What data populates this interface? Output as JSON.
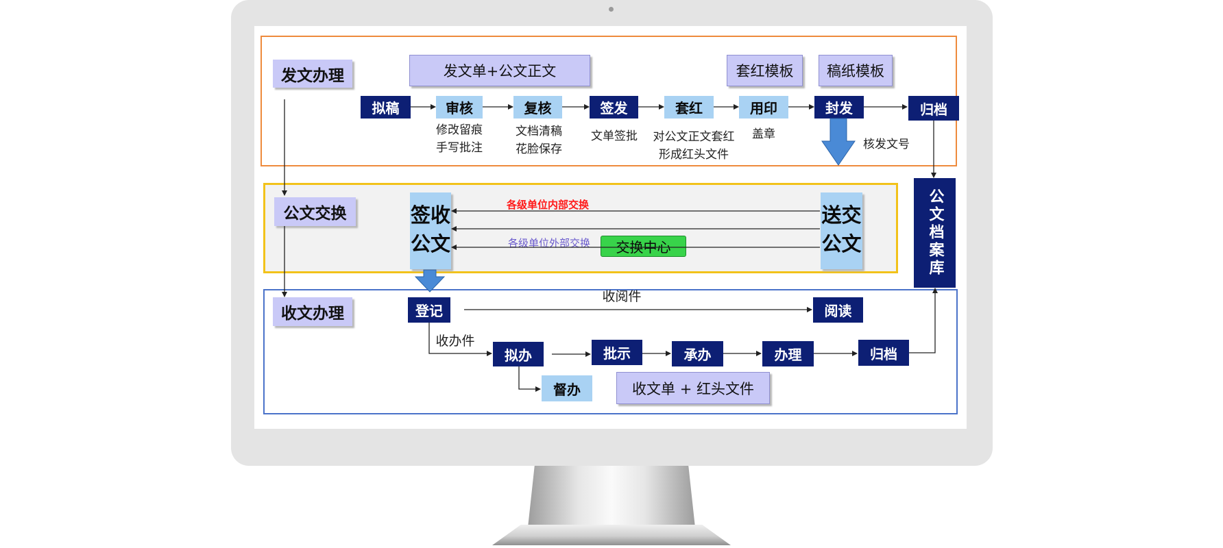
{
  "monitor": {
    "screen_bg": "#ffffff",
    "bezel_color": "#e4e4e4"
  },
  "sections": {
    "outgoing": {
      "label": "发文办理",
      "border_color": "#ee8a3c"
    },
    "exchange": {
      "label": "公文交换",
      "border_color": "#f2c21a"
    },
    "incoming": {
      "label": "收文办理",
      "border_color": "#4a72c9"
    }
  },
  "outgoing": {
    "doc_form": "发文单+公文正文",
    "template_red": "套红模板",
    "template_draft": "稿纸模板",
    "steps": [
      "拟稿",
      "审核",
      "复核",
      "签发",
      "套红",
      "用印",
      "封发",
      "归档"
    ],
    "notes": {
      "review": [
        "修改留痕",
        "手写批注"
      ],
      "recheck": [
        "文档清稿",
        "花脸保存"
      ],
      "sign": "文单签批",
      "redhead": [
        "对公文正文套红",
        "形成红头文件"
      ],
      "seal": "盖章",
      "dispatch": "核发文号"
    }
  },
  "archive": {
    "label": "公文档案库"
  },
  "exchange": {
    "receive": [
      "签收",
      "公文"
    ],
    "send": [
      "送交",
      "公文"
    ],
    "internal": "各级单位内部交换",
    "external": "各级单位外部交换",
    "center": "交换中心",
    "internal_color": "#ff1a1a",
    "external_color": "#6a5acd"
  },
  "incoming": {
    "register": "登记",
    "read_label": "收阅件",
    "read": "阅读",
    "handle_label": "收办件",
    "steps": [
      "拟办",
      "批示",
      "承办",
      "办理",
      "归档"
    ],
    "supervise": "督办",
    "doc_form": "收文单 + 红头文件"
  }
}
